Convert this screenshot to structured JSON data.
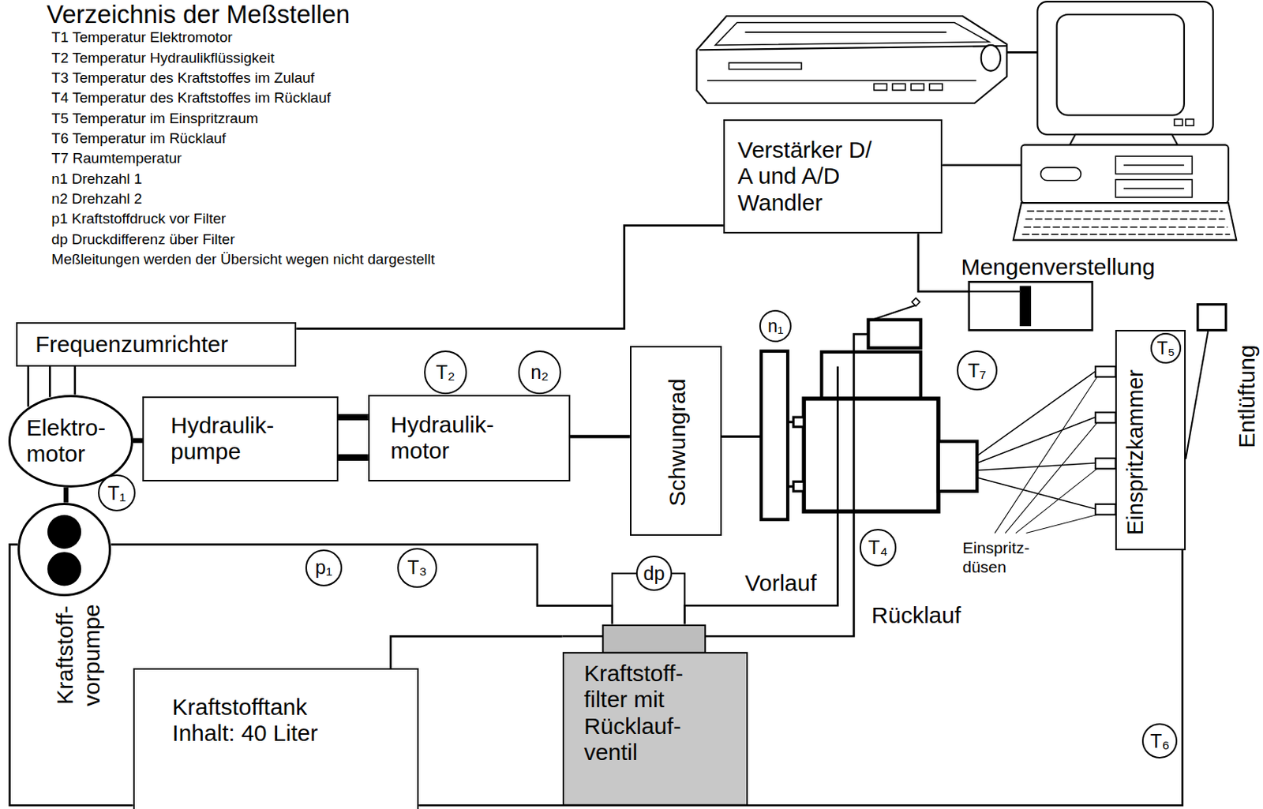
{
  "diagram": {
    "title": "Verzeichnis der Meßstellen",
    "nodes": [
      {
        "text": [
          "Verstärker D/ A und A/D Wandler"
        ]
      },
      {
        "text": [
          "Mengenverstellung"
        ]
      },
      {
        "text": [
          "n₁"
        ]
      },
      {
        "text": [
          "Frequenzumrichter"
        ]
      },
      {
        "text": [
          "Einspritzkammer"
        ]
      },
      {
        "text": [
          "T₅"
        ],
        "in": 4
      },
      {
        "text": [
          "T₂"
        ]
      },
      {
        "text": [
          "n₂"
        ]
      },
      {
        "text": [
          "T₇"
        ]
      },
      {
        "text": [
          "Elektro- motor"
        ]
      },
      {
        "text": [
          "Hydraulik- pumpe"
        ]
      },
      {
        "text": [
          "Hydraulik- motor"
        ]
      },
      {
        "text": [
          "Schwungrad"
        ]
      },
      {
        "text": [
          "T₁"
        ]
      },
      {
        "text": [
          "Kraftstoff- vorpumpe"
        ]
      },
      {
        "text": [
          "T₄"
        ]
      },
      {
        "text": [
          "p₁"
        ]
      },
      {
        "text": [
          "T₃"
        ]
      },
      {
        "text": [
          "dp"
        ]
      },
      {
        "text": [
          "Kraftstofftank Inhalt: 40 Liter"
        ]
      },
      {
        "text": [
          "Kraftstoff- filter mit Rücklauf- ventil"
        ]
      },
      {
        "text": [
          "T₆"
        ]
      }
    ],
    "edges": [
      {
        "from": 0,
        "to": 3,
        "arrow": "none"
      },
      {
        "from": 0,
        "to": 1,
        "arrow": "none"
      },
      {
        "from": 3,
        "to": 9,
        "arrow": "none"
      },
      {
        "from": 9,
        "to": 10,
        "arrow": "none"
      },
      {
        "from": 10,
        "to": 11,
        "arrow": "none"
      },
      {
        "from": 11,
        "to": 12,
        "arrow": "none"
      },
      {
        "from": 9,
        "to": 14,
        "arrow": "none"
      },
      {
        "from": 14,
        "to": 20,
        "arrow": "none"
      },
      {
        "from": 19,
        "to": 14,
        "arrow": "none"
      },
      {
        "from": 4,
        "to": 19,
        "arrow": "none"
      },
      {
        "from": 20,
        "to": 19,
        "arrow": "none"
      }
    ],
    "labels": [
      "T1 Temperatur Elektromotor",
      "T2 Temperatur Hydraulikflüssigkeit",
      "T3 Temperatur des Kraftstoffes im Zulauf",
      "T4 Temperatur des Kraftstoffes im Rücklauf",
      "T5 Temperatur im Einspritzraum",
      "T6 Temperatur im Rücklauf",
      "T7 Raumtemperatur",
      "n1 Drehzahl 1",
      "n2 Drehzahl 2",
      "p1 Kraftstoffdruck vor Filter",
      "dp Druckdifferenz über Filter",
      "Meßleitungen werden der Übersicht wegen nicht dargestellt",
      "Vorlauf",
      "Rücklauf",
      "Einspritz- düsen",
      "Entlüftung"
    ]
  }
}
